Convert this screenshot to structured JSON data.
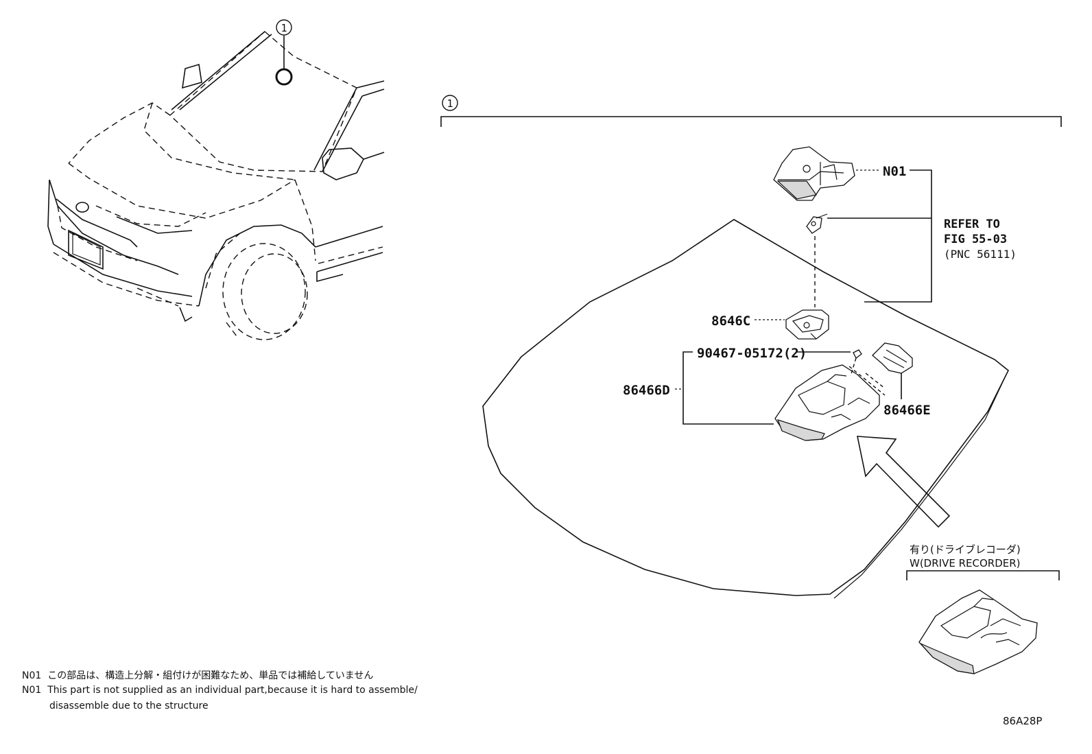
{
  "callout_number": "1",
  "parts": {
    "n01": "N01",
    "p8646c": "8646C",
    "p90467": "90467-05172(2)",
    "p86466d": "86466D",
    "p86466e": "86466E"
  },
  "refer": {
    "line1": "REFER TO",
    "line2": "FIG 55-03",
    "line3": "(PNC 56111)"
  },
  "variant": {
    "jp": "有り(ドライブレコーダ)",
    "en": "W(DRIVE RECORDER)"
  },
  "notes": {
    "jp_code": "N01",
    "jp_text": "この部品は、構造上分解・組付けが困難なため、単品では補給していません",
    "en_code": "N01",
    "en_line1": "This part is not supplied as an individual part,because it is hard to assemble/",
    "en_line2": "disassemble due to the structure"
  },
  "figure_code": "86A28P"
}
